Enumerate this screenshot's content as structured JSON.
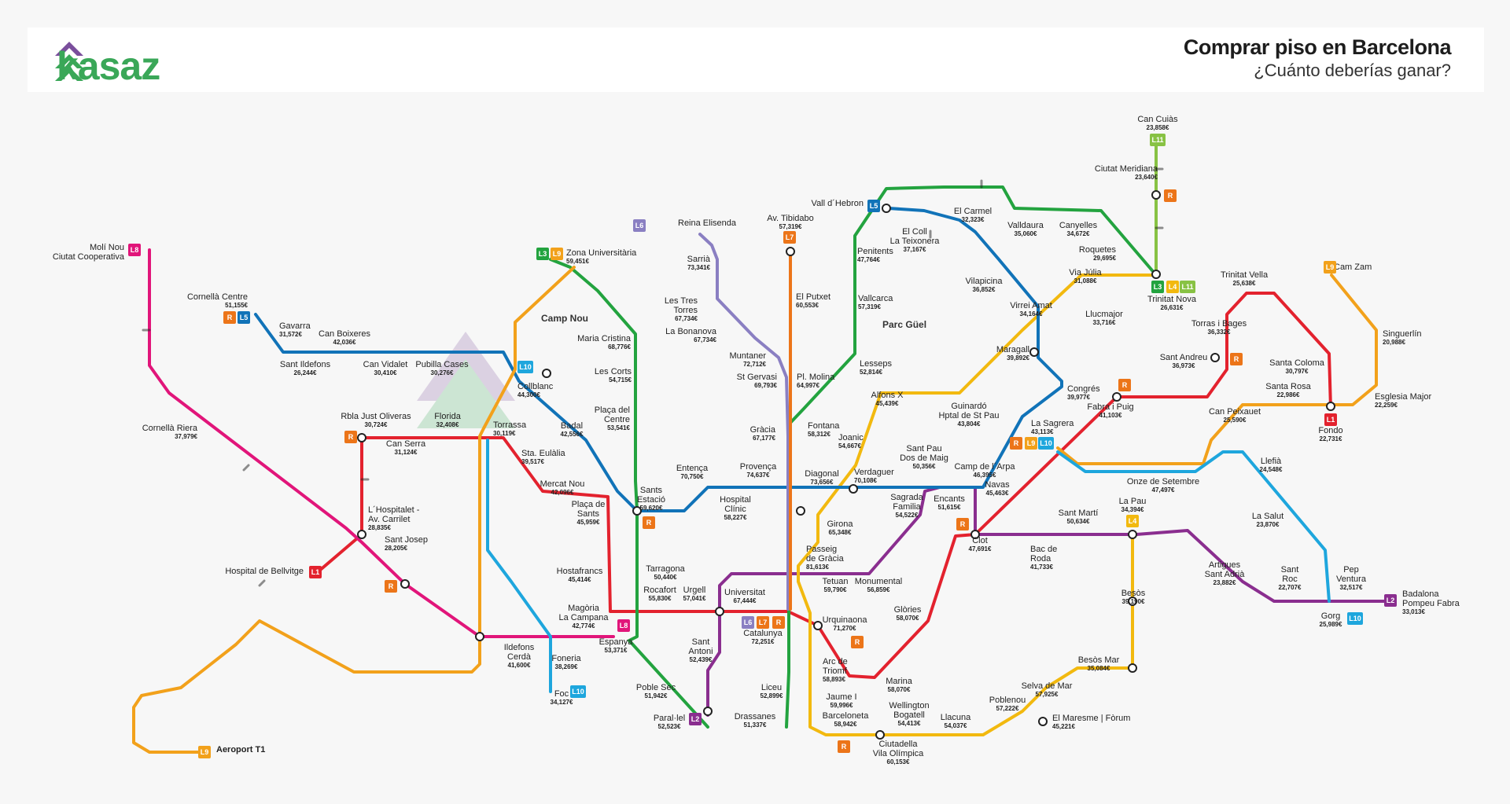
{
  "header": {
    "logo_text": "kasaz",
    "title": "Comprar piso en Barcelona",
    "subtitle": "¿Cuánto deberías ganar?"
  },
  "colors": {
    "L1": "#e3222e",
    "L2": "#8a2e8f",
    "L3": "#23a33f",
    "L4": "#f2b90f",
    "L5": "#1173b8",
    "L6": "#8a7fc2",
    "L7": "#ec7519",
    "L8": "#e1157a",
    "L9": "#f2a11b",
    "L10": "#1ea6dd",
    "L11": "#88c244",
    "R": "#ec7519",
    "logo_green": "#3aa758",
    "logo_purple": "#7a4e9c"
  },
  "areas": {
    "camp_nou": "Camp Nou",
    "parc_guell": "Parc Güel"
  },
  "stations": [
    {
      "id": "can_cuias",
      "name": [
        "Can Cuiàs"
      ],
      "price": "23,858€"
    },
    {
      "id": "ciutat_meridiana",
      "name": [
        "Ciutat Meridiana"
      ],
      "price": "23,640€"
    },
    {
      "id": "vall_hebron",
      "name": [
        "Vall d´Hebron"
      ],
      "price": ""
    },
    {
      "id": "el_carmel",
      "name": [
        "El Carmel"
      ],
      "price": "32,323€"
    },
    {
      "id": "el_coll",
      "name": [
        "El Coll",
        "La Teixonera"
      ],
      "price": "37,167€"
    },
    {
      "id": "valldaura",
      "name": [
        "Valldaura"
      ],
      "price": "35,060€"
    },
    {
      "id": "canyelles",
      "name": [
        "Canyelles"
      ],
      "price": "34,672€"
    },
    {
      "id": "roquetes",
      "name": [
        "Roquetes"
      ],
      "price": "29,695€"
    },
    {
      "id": "reina_elisenda",
      "name": [
        "Reina Elisenda"
      ],
      "price": ""
    },
    {
      "id": "av_tibidabo",
      "name": [
        "Av. Tibidabo"
      ],
      "price": "57,319€"
    },
    {
      "id": "sarria",
      "name": [
        "Sarrià"
      ],
      "price": "73,341€"
    },
    {
      "id": "penitents",
      "name": [
        "Penitents"
      ],
      "price": "47,764€"
    },
    {
      "id": "zona_universitaria",
      "name": [
        "Zona Universitària"
      ],
      "price": "59,451€"
    },
    {
      "id": "moli_nou",
      "name": [
        "Molí Nou",
        "Ciutat Cooperativa"
      ],
      "price": ""
    },
    {
      "id": "cornella_centre",
      "name": [
        "Cornellà Centre"
      ],
      "price": "51,155€"
    },
    {
      "id": "gavarra",
      "name": [
        "Gavarra"
      ],
      "price": "31,572€"
    },
    {
      "id": "can_boixeres",
      "name": [
        "Can Boixeres"
      ],
      "price": "42,036€"
    },
    {
      "id": "sant_ildefons",
      "name": [
        "Sant Ildefons"
      ],
      "price": "26,244€"
    },
    {
      "id": "can_vidalet",
      "name": [
        "Can Vidalet"
      ],
      "price": "30,410€"
    },
    {
      "id": "pubilla_cases",
      "name": [
        "Pubilla Cases"
      ],
      "price": "30,276€"
    },
    {
      "id": "les_tres_torres",
      "name": [
        "Les Tres",
        "Torres"
      ],
      "price": "67,734€"
    },
    {
      "id": "la_bonanova",
      "name": [
        "La Bonanova"
      ],
      "price": "67,734€"
    },
    {
      "id": "el_putxet",
      "name": [
        "El Putxet"
      ],
      "price": "60,553€"
    },
    {
      "id": "vallcarca",
      "name": [
        "Vallcarca"
      ],
      "price": "57,319€"
    },
    {
      "id": "maria_cristina",
      "name": [
        "Maria Cristina"
      ],
      "price": "68,776€"
    },
    {
      "id": "muntaner",
      "name": [
        "Muntaner"
      ],
      "price": "72,712€"
    },
    {
      "id": "st_gervasi",
      "name": [
        "St Gervasi"
      ],
      "price": "69,793€"
    },
    {
      "id": "pl_molina",
      "name": [
        "Pl. Molina"
      ],
      "price": "64,997€"
    },
    {
      "id": "lesseps",
      "name": [
        "Lesseps"
      ],
      "price": "52,814€"
    },
    {
      "id": "les_corts",
      "name": [
        "Les Corts"
      ],
      "price": "54,715€"
    },
    {
      "id": "collblanc",
      "name": [
        "Collblanc"
      ],
      "price": "44,300€"
    },
    {
      "id": "placa_centre",
      "name": [
        "Plaça del",
        "Centre"
      ],
      "price": "53,541€"
    },
    {
      "id": "rbla_just_oliveras",
      "name": [
        "Rbla Just Oliveras"
      ],
      "price": "30,724€"
    },
    {
      "id": "florida",
      "name": [
        "Florida"
      ],
      "price": "32,408€"
    },
    {
      "id": "torrassa",
      "name": [
        "Torrassa"
      ],
      "price": "30,119€"
    },
    {
      "id": "can_serra",
      "name": [
        "Can Serra"
      ],
      "price": "31,124€"
    },
    {
      "id": "badal",
      "name": [
        "Badal"
      ],
      "price": "42,556€"
    },
    {
      "id": "sta_eulalia",
      "name": [
        "Sta. Eulàlia"
      ],
      "price": "39,517€"
    },
    {
      "id": "cornella_riera",
      "name": [
        "Cornellà Riera"
      ],
      "price": "37,979€"
    },
    {
      "id": "mercat_nou",
      "name": [
        "Mercat Nou"
      ],
      "price": "42,096€"
    },
    {
      "id": "gracia",
      "name": [
        "Gràcia"
      ],
      "price": "67,177€"
    },
    {
      "id": "fontana",
      "name": [
        "Fontana"
      ],
      "price": "58,312€"
    },
    {
      "id": "joanic",
      "name": [
        "Joanic"
      ],
      "price": "54,667€"
    },
    {
      "id": "alfons_x",
      "name": [
        "Alfons X"
      ],
      "price": "45,439€"
    },
    {
      "id": "guinardo",
      "name": [
        "Guinardó",
        "Hptal de St Pau"
      ],
      "price": "43,804€"
    },
    {
      "id": "maragall",
      "name": [
        "Maragall"
      ],
      "price": "39,892€"
    },
    {
      "id": "vilapicina",
      "name": [
        "Vilapicina"
      ],
      "price": "36,852€"
    },
    {
      "id": "virrei_amat",
      "name": [
        "Virrei Amat"
      ],
      "price": "34,164€"
    },
    {
      "id": "via_julia",
      "name": [
        "Via Júlia"
      ],
      "price": "31,088€"
    },
    {
      "id": "llucmajor",
      "name": [
        "Llucmajor"
      ],
      "price": "33,716€"
    },
    {
      "id": "trinitat_nova",
      "name": [
        "Trinitat Nova"
      ],
      "price": "26,631€"
    },
    {
      "id": "congres",
      "name": [
        "Congrés"
      ],
      "price": "39,977€"
    },
    {
      "id": "la_sagrera",
      "name": [
        "La Sagrera"
      ],
      "price": "43,113€"
    },
    {
      "id": "sant_pau_dos_maig",
      "name": [
        "Sant Pau",
        "Dos de Maig"
      ],
      "price": "50,356€"
    },
    {
      "id": "camp_arpa",
      "name": [
        "Camp de l´Arpa"
      ],
      "price": "46,395€"
    },
    {
      "id": "fabra_puig",
      "name": [
        "Fabra i Puig"
      ],
      "price": "41,103€"
    },
    {
      "id": "trinitat_vella",
      "name": [
        "Trinitat Vella"
      ],
      "price": "25,638€"
    },
    {
      "id": "torras_bages",
      "name": [
        "Torras i Bages"
      ],
      "price": "36,332€"
    },
    {
      "id": "sant_andreu",
      "name": [
        "Sant Andreu"
      ],
      "price": "36,973€"
    },
    {
      "id": "santa_coloma",
      "name": [
        "Santa Coloma"
      ],
      "price": "30,797€"
    },
    {
      "id": "santa_rosa",
      "name": [
        "Santa Rosa"
      ],
      "price": "22,986€"
    },
    {
      "id": "fondo",
      "name": [
        "Fondo"
      ],
      "price": "22,731€"
    },
    {
      "id": "can_peixauet",
      "name": [
        "Can Peixauet"
      ],
      "price": "25,590€"
    },
    {
      "id": "cam_zam",
      "name": [
        "Cam Zam"
      ],
      "price": ""
    },
    {
      "id": "singuerlin",
      "name": [
        "Singuerlín"
      ],
      "price": "20,988€"
    },
    {
      "id": "esglesia_major",
      "name": [
        "Esglesia Major"
      ],
      "price": "22,259€"
    },
    {
      "id": "llefia",
      "name": [
        "Llefià"
      ],
      "price": "24,548€"
    },
    {
      "id": "onze_setembre",
      "name": [
        "Onze de Setembre"
      ],
      "price": "47,497€"
    },
    {
      "id": "la_salut",
      "name": [
        "La Salut"
      ],
      "price": "23,870€"
    },
    {
      "id": "entenca",
      "name": [
        "Entença"
      ],
      "price": "70,750€"
    },
    {
      "id": "hospital_clinic",
      "name": [
        "Hospital",
        "Clínic"
      ],
      "price": "58,227€"
    },
    {
      "id": "provenca",
      "name": [
        "Provença"
      ],
      "price": "74,637€"
    },
    {
      "id": "diagonal",
      "name": [
        "Diagonal"
      ],
      "price": "73,656€"
    },
    {
      "id": "verdaguer",
      "name": [
        "Verdaguer"
      ],
      "price": "70,108€"
    },
    {
      "id": "sagrada_familia",
      "name": [
        "Sagrada",
        "Familia"
      ],
      "price": "54,522€"
    },
    {
      "id": "encants",
      "name": [
        "Encants"
      ],
      "price": "51,615€"
    },
    {
      "id": "navas",
      "name": [
        "Navas"
      ],
      "price": "45,463€"
    },
    {
      "id": "sants_estacio",
      "name": [
        "Sants",
        "Estació"
      ],
      "price": "59,620€"
    },
    {
      "id": "placa_sants",
      "name": [
        "Plaça de",
        "Sants"
      ],
      "price": "45,959€"
    },
    {
      "id": "hospitalet_carrilet",
      "name": [
        "L´Hospitalet -",
        "Av. Carrilet"
      ],
      "price": "28,835€"
    },
    {
      "id": "sant_josep",
      "name": [
        "Sant Josep"
      ],
      "price": "28,205€"
    },
    {
      "id": "hospital_bellvitge",
      "name": [
        "Hospital de Bellvitge"
      ],
      "price": ""
    },
    {
      "id": "girona",
      "name": [
        "Girona"
      ],
      "price": "65,348€"
    },
    {
      "id": "passeig_gracia",
      "name": [
        "Passeig",
        "de Gràcia"
      ],
      "price": "81,613€"
    },
    {
      "id": "tetuan",
      "name": [
        "Tetuan"
      ],
      "price": "59,790€"
    },
    {
      "id": "monumental",
      "name": [
        "Monumental"
      ],
      "price": "56,859€"
    },
    {
      "id": "clot",
      "name": [
        "Clot"
      ],
      "price": "47,691€"
    },
    {
      "id": "bac_roda",
      "name": [
        "Bac de",
        "Roda"
      ],
      "price": "41,733€"
    },
    {
      "id": "sant_marti",
      "name": [
        "Sant Martí"
      ],
      "price": "50,634€"
    },
    {
      "id": "la_pau",
      "name": [
        "La Pau"
      ],
      "price": "34,394€"
    },
    {
      "id": "artigues",
      "name": [
        "Artigues",
        "Sant Adrià"
      ],
      "price": "23,882€"
    },
    {
      "id": "sant_roc",
      "name": [
        "Sant",
        "Roc"
      ],
      "price": "22,707€"
    },
    {
      "id": "pep_ventura",
      "name": [
        "Pep",
        "Ventura"
      ],
      "price": "32,517€"
    },
    {
      "id": "gorg",
      "name": [
        "Gorg"
      ],
      "price": "25,989€"
    },
    {
      "id": "badalona",
      "name": [
        "Badalona",
        "Pompeu Fabra"
      ],
      "price": "33,013€"
    },
    {
      "id": "hostafrancs",
      "name": [
        "Hostafrancs"
      ],
      "price": "45,414€"
    },
    {
      "id": "tarragona",
      "name": [
        "Tarragona"
      ],
      "price": "50,440€"
    },
    {
      "id": "rocafort",
      "name": [
        "Rocafort"
      ],
      "price": "55,830€"
    },
    {
      "id": "urgell",
      "name": [
        "Urgell"
      ],
      "price": "57,041€"
    },
    {
      "id": "universitat",
      "name": [
        "Universitat"
      ],
      "price": "67,444€"
    },
    {
      "id": "catalunya",
      "name": [
        "Catalunya"
      ],
      "price": "72,251€"
    },
    {
      "id": "urquinaona",
      "name": [
        "Urquinaona"
      ],
      "price": "71,270€"
    },
    {
      "id": "arc_triomf",
      "name": [
        "Arc de",
        "Triomf"
      ],
      "price": "58,893€"
    },
    {
      "id": "glories",
      "name": [
        "Glòries"
      ],
      "price": "58,070€"
    },
    {
      "id": "marina",
      "name": [
        "Marina"
      ],
      "price": "58,070€"
    },
    {
      "id": "besos",
      "name": [
        "Besòs"
      ],
      "price": "39,190€"
    },
    {
      "id": "magoria",
      "name": [
        "Magòria",
        "La Campana"
      ],
      "price": "42,774€"
    },
    {
      "id": "espanya",
      "name": [
        "Espanya"
      ],
      "price": "53,371€"
    },
    {
      "id": "ildefons_cerda",
      "name": [
        "Ildefons",
        "Cerdà"
      ],
      "price": "41,600€"
    },
    {
      "id": "foneria",
      "name": [
        "Foneria"
      ],
      "price": "38,269€"
    },
    {
      "id": "foc",
      "name": [
        "Foc"
      ],
      "price": "34,127€"
    },
    {
      "id": "sant_antoni",
      "name": [
        "Sant",
        "Antoni"
      ],
      "price": "52,439€"
    },
    {
      "id": "poble_sec",
      "name": [
        "Poble Sec"
      ],
      "price": "51,942€"
    },
    {
      "id": "parallel",
      "name": [
        "Paral·lel"
      ],
      "price": "52,523€"
    },
    {
      "id": "liceu",
      "name": [
        "Liceu"
      ],
      "price": "52,899€"
    },
    {
      "id": "drassanes",
      "name": [
        "Drassanes"
      ],
      "price": "51,337€"
    },
    {
      "id": "jaume_i",
      "name": [
        "Jaume I"
      ],
      "price": "59,996€"
    },
    {
      "id": "barceloneta",
      "name": [
        "Barceloneta"
      ],
      "price": "58,942€"
    },
    {
      "id": "wellington",
      "name": [
        "Wellington",
        "Bogatell"
      ],
      "price": "54,413€"
    },
    {
      "id": "llacuna",
      "name": [
        "Llacuna"
      ],
      "price": "54,037€"
    },
    {
      "id": "poblenou",
      "name": [
        "Poblenou"
      ],
      "price": "57,222€"
    },
    {
      "id": "selva_mar",
      "name": [
        "Selva de Mar"
      ],
      "price": "57,925€"
    },
    {
      "id": "besos_mar",
      "name": [
        "Besòs Mar"
      ],
      "price": "35,084€"
    },
    {
      "id": "maresme_forum",
      "name": [
        "El Maresme | Fòrum"
      ],
      "price": "45,221€"
    },
    {
      "id": "ciutadella",
      "name": [
        "Ciutadella",
        "Vila Olímpica"
      ],
      "price": "60,153€"
    },
    {
      "id": "aeroport_t1",
      "name": [
        "Aeroport T1"
      ],
      "price": ""
    }
  ]
}
